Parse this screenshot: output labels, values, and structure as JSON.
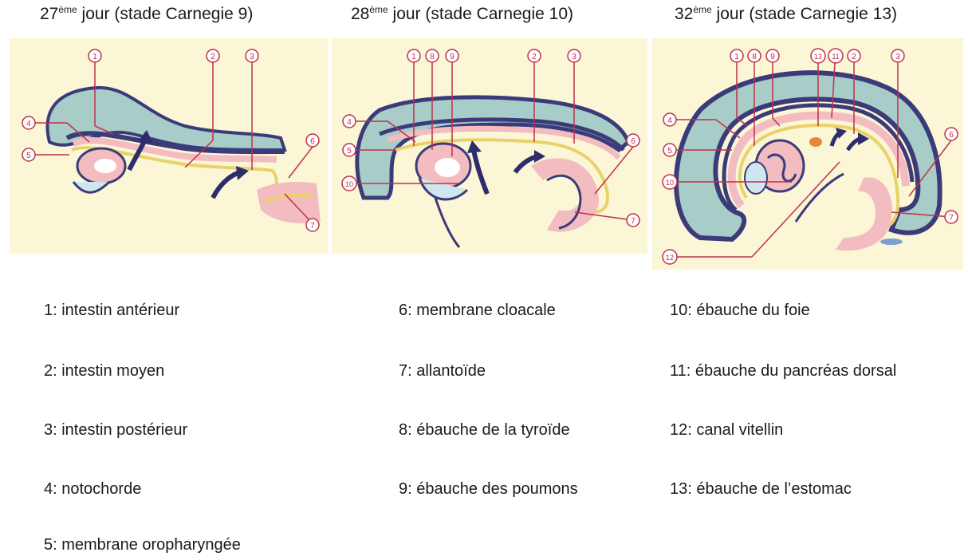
{
  "stages": [
    {
      "num": "27",
      "sup": "ème",
      "rest": " jour (stade Carnegie 9)"
    },
    {
      "num": "28",
      "sup": "ème",
      "rest": " jour (stade Carnegie 10)"
    },
    {
      "num": "32",
      "sup": "ème",
      "rest": " jour (stade Carnegie 13)"
    }
  ],
  "callouts": {
    "p1": [
      "1",
      "2",
      "3",
      "4",
      "5",
      "6",
      "7"
    ],
    "p2": [
      "1",
      "8",
      "9",
      "2",
      "3",
      "4",
      "5",
      "6",
      "10",
      "7"
    ],
    "p3": [
      "1",
      "8",
      "9",
      "13",
      "11",
      "2",
      "3",
      "4",
      "5",
      "6",
      "10",
      "7",
      "12"
    ]
  },
  "legend": [
    {
      "text": "1: intestin antérieur"
    },
    {
      "text": "2: intestin moyen"
    },
    {
      "text": "3: intestin postérieur"
    },
    {
      "text": "4: notochorde"
    },
    {
      "text": "5: membrane oropharyngée"
    },
    {
      "text": "6: membrane cloacale"
    },
    {
      "text": "7: allantoïde"
    },
    {
      "text": "8: ébauche de la tyroïde"
    },
    {
      "text": "9: ébauche des poumons"
    },
    {
      "text": "10: ébauche du foie"
    },
    {
      "text": "11: ébauche du pancréas dorsal"
    },
    {
      "text": "12: canal vitellin"
    },
    {
      "text": "13: ébauche de l’estomac"
    }
  ],
  "colors": {
    "background_yolk": "#fbf6d6",
    "neural_blue": "#a8ccc8",
    "outline_dark": "#3b3b7a",
    "tissue_pink": "#f2bcc0",
    "gut_yellow": "#e9d26a",
    "label_red": "#c0304a"
  }
}
